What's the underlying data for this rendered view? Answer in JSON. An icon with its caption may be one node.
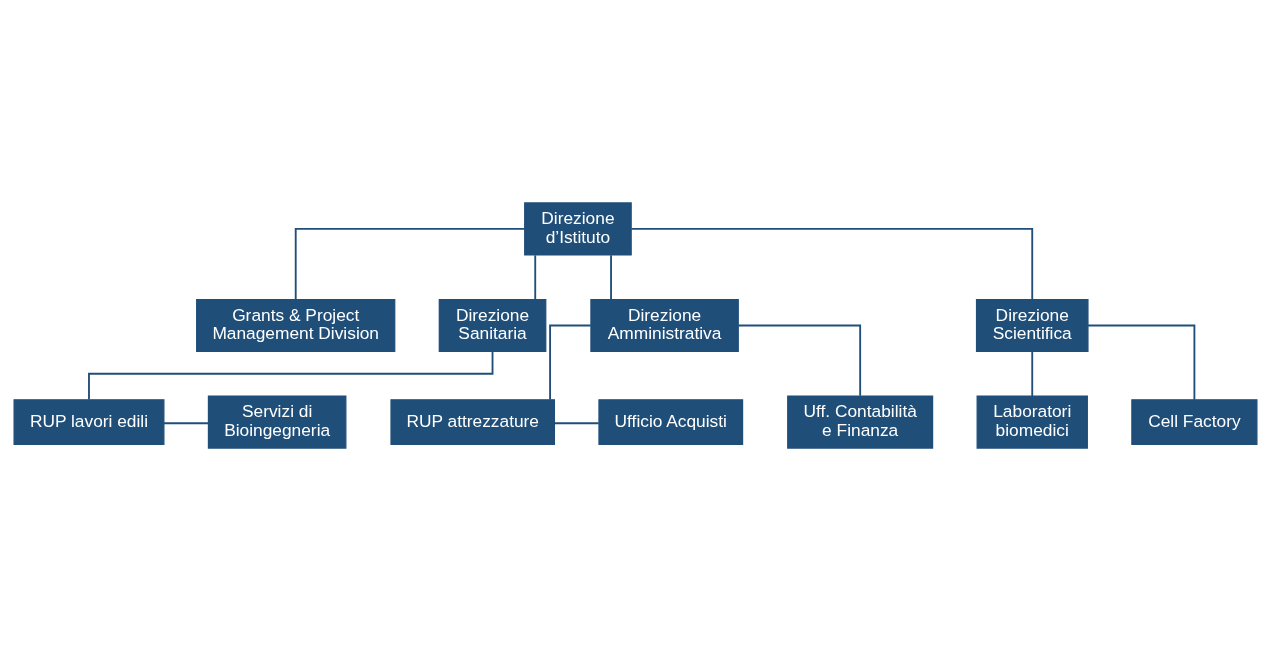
{
  "diagram": {
    "nodes": [
      {
        "text": [
          "Direzione d’Istituto"
        ]
      },
      {
        "text": [
          "Grants & Project Management Division"
        ]
      },
      {
        "text": [
          "Direzione Sanitaria"
        ]
      },
      {
        "text": [
          "Direzione Amministrativa"
        ]
      },
      {
        "text": [
          "Direzione Scientifica"
        ]
      },
      {
        "text": [
          "RUP lavori edili"
        ]
      },
      {
        "text": [
          "Servizi di Bioingegneria"
        ]
      },
      {
        "text": [
          "RUP attrezzature"
        ]
      },
      {
        "text": [
          "Ufficio Acquisti"
        ]
      },
      {
        "text": [
          "Uff. Contabilità e Finanza"
        ]
      },
      {
        "text": [
          "Laboratori biomedici"
        ]
      },
      {
        "text": [
          "Cell Factory"
        ]
      }
    ],
    "edges": [
      {
        "from": 0,
        "to": 1,
        "arrow": "none"
      },
      {
        "from": 0,
        "to": 2,
        "arrow": "none"
      },
      {
        "from": 0,
        "to": 3,
        "arrow": "none"
      },
      {
        "from": 0,
        "to": 4,
        "arrow": "none"
      },
      {
        "from": 2,
        "to": 5,
        "arrow": "none"
      },
      {
        "from": 5,
        "to": 6,
        "arrow": "none"
      },
      {
        "from": 3,
        "to": 7,
        "arrow": "none"
      },
      {
        "from": 7,
        "to": 8,
        "arrow": "none"
      },
      {
        "from": 3,
        "to": 9,
        "arrow": "none"
      },
      {
        "from": 4,
        "to": 10,
        "arrow": "none"
      },
      {
        "from": 4,
        "to": 11,
        "arrow": "none"
      }
    ]
  }
}
